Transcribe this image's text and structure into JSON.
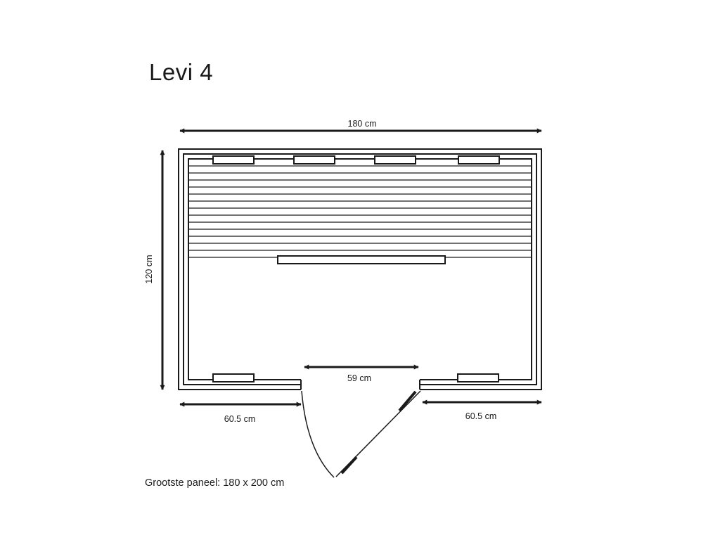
{
  "title": "Levi 4",
  "dimensions": {
    "width": "180 cm",
    "depth": "120 cm",
    "door": "59 cm",
    "left_wall": "60.5 cm",
    "right_wall": "60.5 cm"
  },
  "note": "Grootste paneel: 180 x 200 cm",
  "colors": {
    "line": "#1a1a1a",
    "background": "#ffffff"
  }
}
